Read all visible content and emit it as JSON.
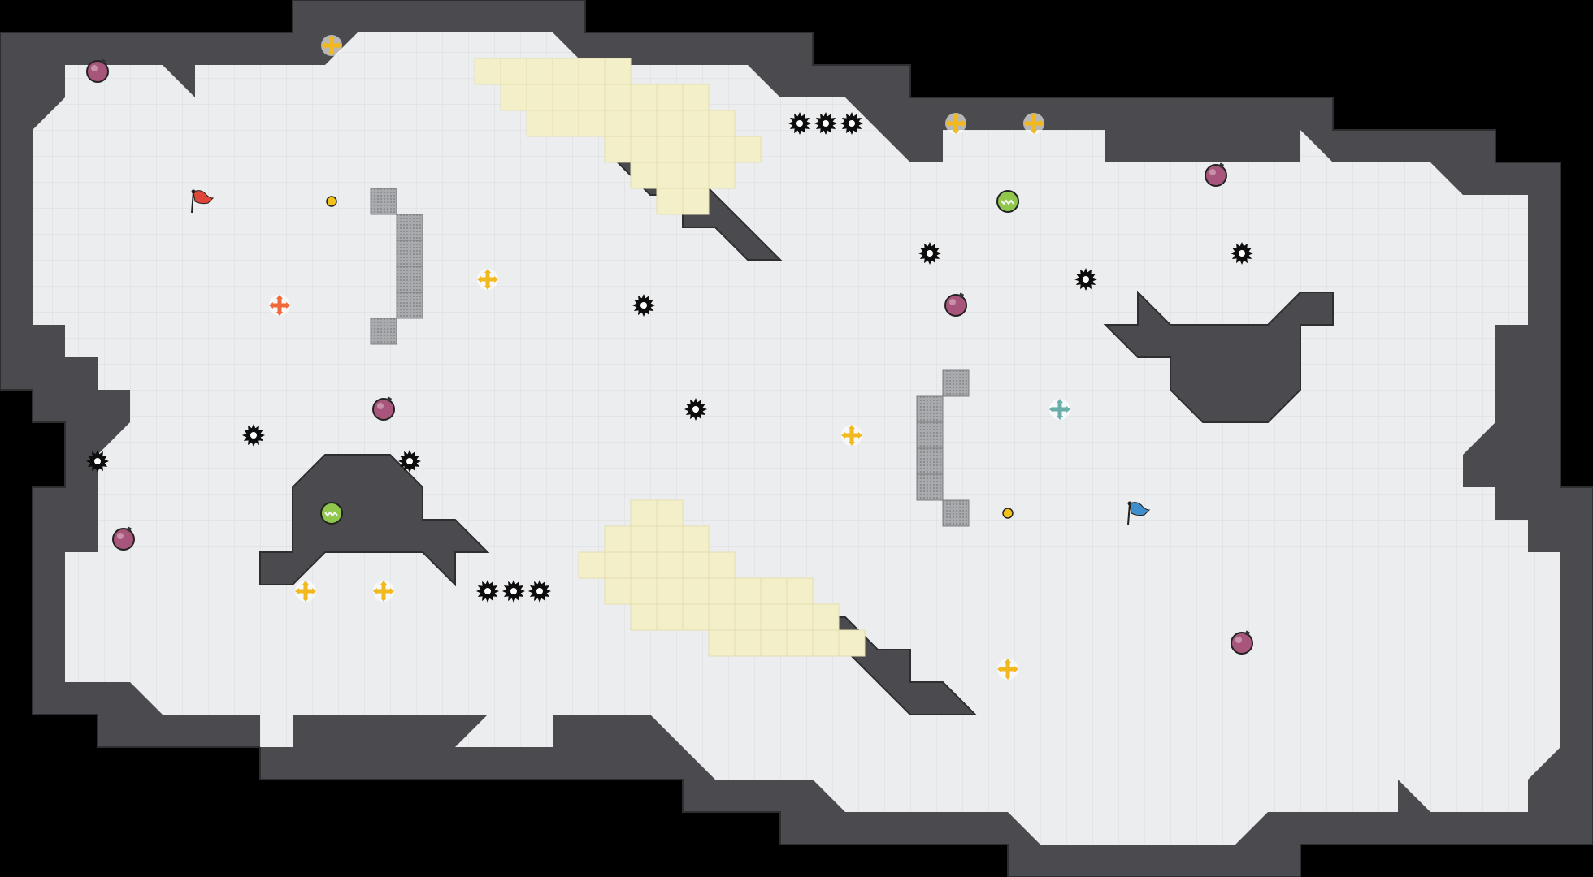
{
  "title": "",
  "colors": {
    "background": "#000000",
    "wall": "#4b4b4f",
    "wall_edge": "#3a3a3e",
    "floor": "#ecedef",
    "floor_grid": "#d9dadd",
    "sand": "#f3efc8",
    "sand_grid": "#e3ddb0",
    "grate": "#a7a8ab",
    "spawn_neutral": "#f2b820",
    "spawn_red": "#ef6a3a",
    "spawn_blue": "#6aaeaa",
    "flag_red": "#e0453a",
    "flag_blue": "#3f8fcc",
    "potion": "#a8557b",
    "boost_green": "#8fc64c",
    "gold_dot": "#f2c21a",
    "spike": "#0d0d0d"
  },
  "icons": {
    "flag": "flag-icon",
    "spawn": "cross-spawn-icon",
    "potion": "potion-icon",
    "boost": "boost-orb-icon",
    "spike": "spike-gear-icon",
    "grate": "grate-tile",
    "pickup": "gold-dot-icon"
  },
  "entities": {
    "flags": [
      {
        "team": "red",
        "col": 6,
        "row": 6
      },
      {
        "team": "blue",
        "col": 42,
        "row": 18
      }
    ],
    "team_spawns": [
      {
        "team": "red",
        "col": 9,
        "row": 10
      },
      {
        "team": "blue",
        "col": 39,
        "row": 14
      }
    ],
    "neutral_spawns": [
      {
        "col": 11,
        "row": 0
      },
      {
        "col": 17,
        "row": 9
      },
      {
        "col": 35,
        "row": 3
      },
      {
        "col": 38,
        "row": 3
      },
      {
        "col": 31,
        "row": 15
      },
      {
        "col": 10,
        "row": 21
      },
      {
        "col": 13,
        "row": 21
      },
      {
        "col": 37,
        "row": 24
      }
    ],
    "potions": [
      {
        "col": 2,
        "row": 1
      },
      {
        "col": 45,
        "row": 5
      },
      {
        "col": 35,
        "row": 10
      },
      {
        "col": 13,
        "row": 14
      },
      {
        "col": 3,
        "row": 19
      },
      {
        "col": 46,
        "row": 23
      }
    ],
    "boosts": [
      {
        "col": 37,
        "row": 6
      },
      {
        "col": 11,
        "row": 18
      }
    ],
    "pickups": [
      {
        "col": 11,
        "row": 6
      },
      {
        "col": 37,
        "row": 18
      }
    ],
    "spikes": [
      {
        "col": 29,
        "row": 3
      },
      {
        "col": 30,
        "row": 3
      },
      {
        "col": 31,
        "row": 3
      },
      {
        "col": 34,
        "row": 8
      },
      {
        "col": 46,
        "row": 8
      },
      {
        "col": 40,
        "row": 9
      },
      {
        "col": 23,
        "row": 10
      },
      {
        "col": 25,
        "row": 14
      },
      {
        "col": 8,
        "row": 15
      },
      {
        "col": 2,
        "row": 16
      },
      {
        "col": 14,
        "row": 16
      },
      {
        "col": 17,
        "row": 21
      },
      {
        "col": 18,
        "row": 21
      },
      {
        "col": 19,
        "row": 21
      }
    ],
    "grates": [
      {
        "col": 13,
        "row": 6
      },
      {
        "col": 14,
        "row": 7
      },
      {
        "col": 14,
        "row": 8
      },
      {
        "col": 14,
        "row": 9
      },
      {
        "col": 14,
        "row": 10
      },
      {
        "col": 13,
        "row": 11
      },
      {
        "col": 35,
        "row": 13
      },
      {
        "col": 34,
        "row": 14
      },
      {
        "col": 34,
        "row": 15
      },
      {
        "col": 34,
        "row": 16
      },
      {
        "col": 34,
        "row": 17
      },
      {
        "col": 35,
        "row": 18
      }
    ]
  },
  "sand_rows": [
    {
      "row": 1,
      "from": 17,
      "to": 22
    },
    {
      "row": 2,
      "from": 18,
      "to": 25
    },
    {
      "row": 3,
      "from": 19,
      "to": 26
    },
    {
      "row": 4,
      "from": 22,
      "to": 27
    },
    {
      "row": 5,
      "from": 23,
      "to": 26
    },
    {
      "row": 6,
      "from": 24,
      "to": 25
    },
    {
      "row": 18,
      "from": 23,
      "to": 24
    },
    {
      "row": 19,
      "from": 22,
      "to": 25
    },
    {
      "row": 20,
      "from": 21,
      "to": 26
    },
    {
      "row": 21,
      "from": 22,
      "to": 29
    },
    {
      "row": 22,
      "from": 23,
      "to": 30
    },
    {
      "row": 23,
      "from": 26,
      "to": 31
    }
  ]
}
